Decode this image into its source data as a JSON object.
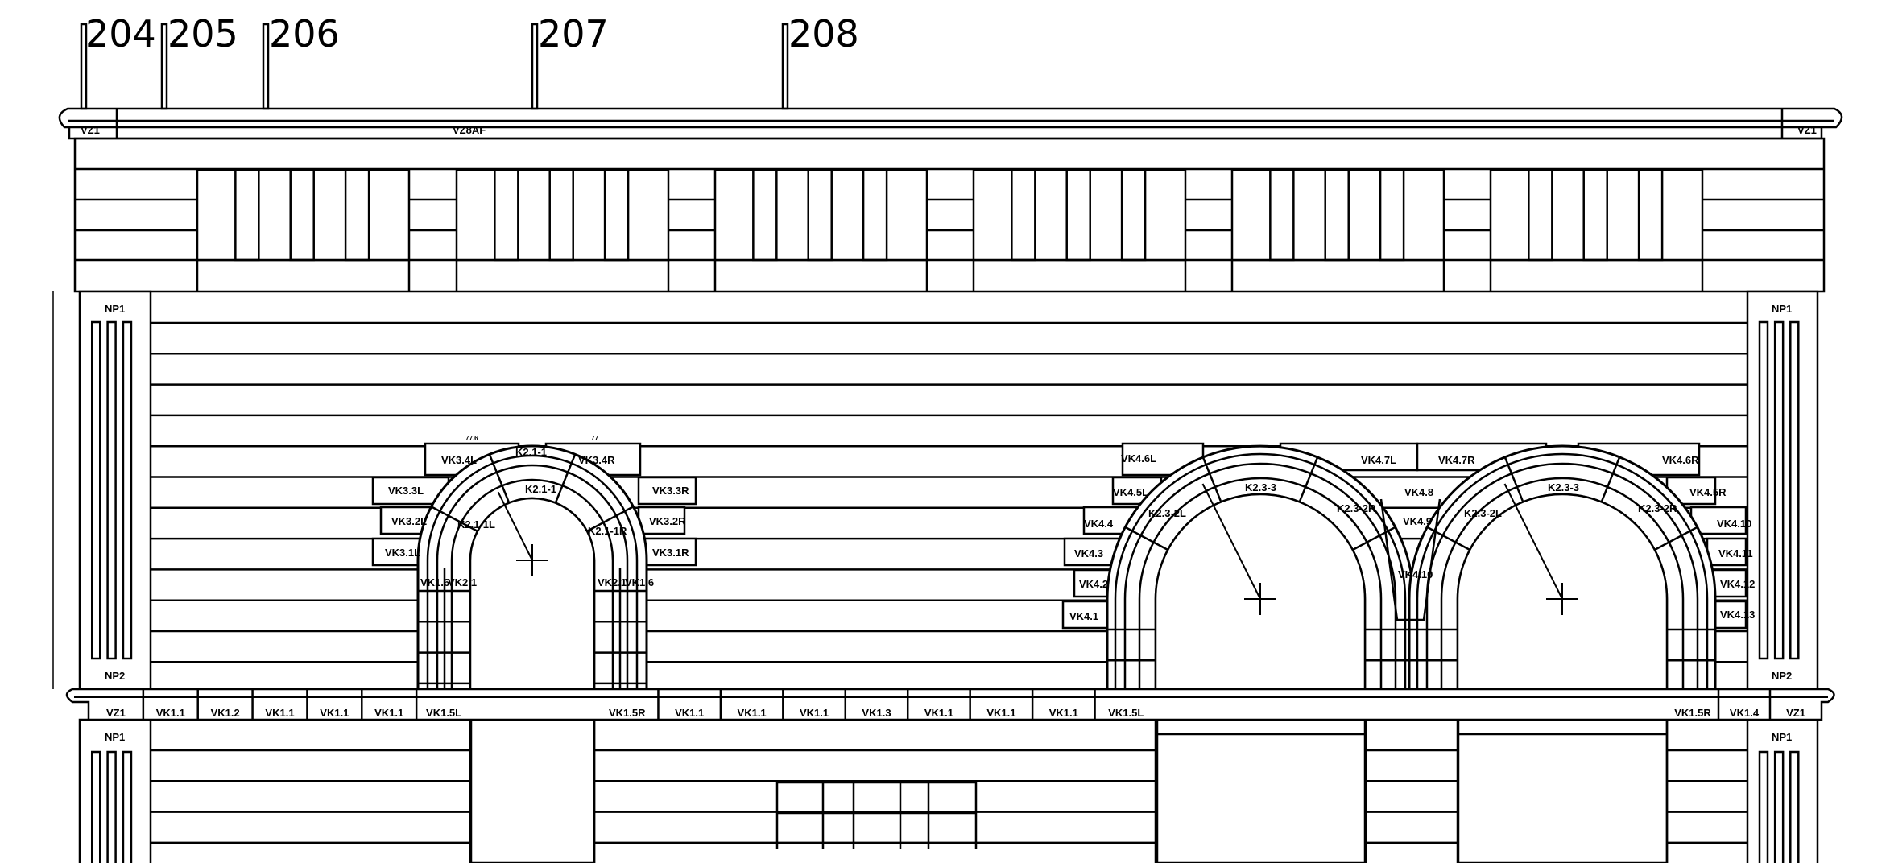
{
  "drawing": {
    "line_color": "#000000",
    "background": "#ffffff",
    "grid_markers": [
      "204",
      "205",
      "206",
      "207",
      "208"
    ],
    "cornice": {
      "left_end": "VZ1",
      "center": "VZ8AF",
      "right_end": "VZ1"
    },
    "pilasters": {
      "top": "NP1",
      "bottom": "NP2"
    },
    "arch1": {
      "keystone": "K2.1-1",
      "voussoir": "K2.1-1",
      "left_springer": "K2.1-1L",
      "right_springer": "K2.1-1R",
      "left_blocks": [
        "VK3.4L",
        "VK3.3L",
        "VK3.2L",
        "VK3.1L"
      ],
      "right_blocks": [
        "VK3.4R",
        "VK3.3R",
        "VK3.2R",
        "VK3.1R"
      ],
      "dims": [
        "77.6",
        "77"
      ],
      "jamb_outer": "VK1.6",
      "jamb_inner": "VK2.1"
    },
    "arch2": {
      "keystone": "K2.3-3",
      "left_springer": "K2.3-2L",
      "right_springer": "K2.3-2R",
      "left_blocks": [
        "VK4.6L",
        "VK4.5L",
        "VK4.4",
        "VK4.3",
        "VK4.2",
        "VK4.1"
      ],
      "center_blocks": [
        "VK4.7L",
        "VK4.7R",
        "VK4.8",
        "VK4.9",
        "VK4.10"
      ]
    },
    "arch3": {
      "keystone": "K2.3-3",
      "left_springer": "K2.3-2L",
      "right_springer": "K2.3-2R",
      "right_blocks": [
        "VK4.6R",
        "VK4.5R",
        "VK4.10",
        "VK4.11",
        "VK4.12",
        "VK4.13"
      ]
    },
    "base_left": [
      "VZ1",
      "VK1.1",
      "VK1.2",
      "VK1.1",
      "VK1.1",
      "VK1.1",
      "VK1.5L"
    ],
    "base_middle": [
      "VK1.5R",
      "VK1.1",
      "VK1.1",
      "VK1.1",
      "VK1.3",
      "VK1.1",
      "VK1.1",
      "VK1.1",
      "VK1.5L"
    ],
    "base_right": [
      "VK1.5R",
      "VK1.4",
      "VZ1"
    ]
  }
}
